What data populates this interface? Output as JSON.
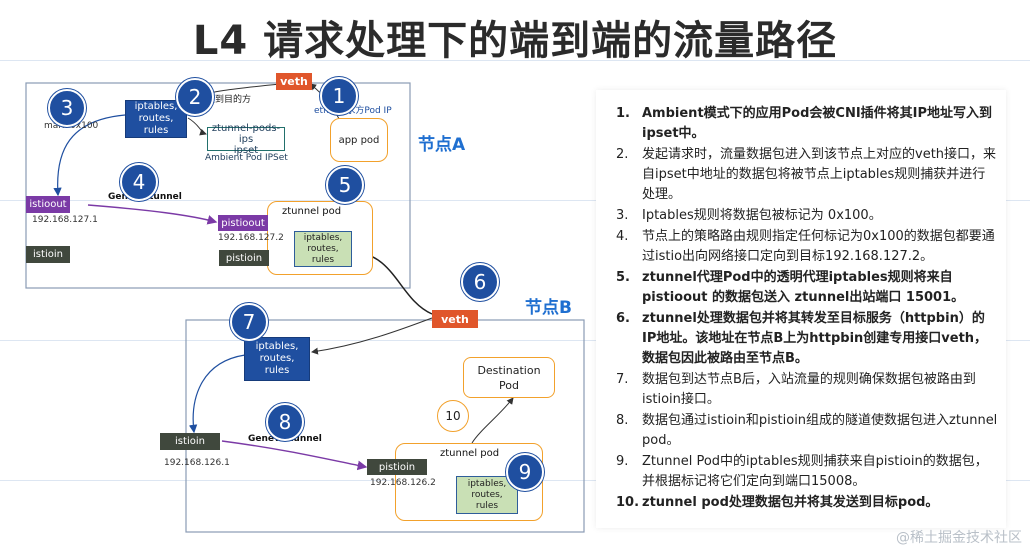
{
  "title": "L4 请求处理下的端到端的流量路径",
  "node_a": {
    "name": "节点A",
    "app_pod": "app pod",
    "veth": "veth",
    "eth0_note": "eth0 请求方Pod IP",
    "iptables": [
      "iptables,",
      "routes,",
      "rules"
    ],
    "send_note": "发到目的方",
    "ipset_box": [
      "ztunnel-pods-ips",
      "ipset"
    ],
    "ipset_caption": "Ambient Pod IPSet",
    "mark": "mark 0x100",
    "istioout": "istioout",
    "istioout_ip": "192.168.127.1",
    "geneve": "Geneve tunnel",
    "pistioout": "pistioout",
    "pistioout_ip": "192.168.127.2",
    "pistioin": "pistioin",
    "istioin": "istioin",
    "ztunnel_pod": "ztunnel pod",
    "ztunnel_iptables": [
      "iptables,",
      "routes,",
      "rules"
    ]
  },
  "node_b": {
    "name": "节点B",
    "veth": "veth",
    "iptables": [
      "iptables,",
      "routes,",
      "rules"
    ],
    "destination": [
      "Destination",
      "Pod"
    ],
    "istioin": "istioin",
    "istioin_ip": "192.168.126.1",
    "geneve": "Geneve tunnel",
    "pistioin": "pistioin",
    "pistioin_ip": "192.168.126.2",
    "ztunnel_pod": "ztunnel pod",
    "ztunnel_iptables": [
      "iptables,",
      "routes,",
      "rules"
    ]
  },
  "circles": [
    "1",
    "2",
    "3",
    "4",
    "5",
    "6",
    "7",
    "8",
    "9"
  ],
  "step10": "10",
  "steps": [
    {
      "num": "1.",
      "text": "Ambient模式下的应用Pod会被CNI插件将其IP地址写入到ipset中。",
      "bold": true
    },
    {
      "num": "2.",
      "text": "发起请求时，流量数据包进入到该节点上对应的veth接口，来自ipset中地址的数据包将被节点上iptables规则捕获并进行处理。",
      "bold": false
    },
    {
      "num": "3.",
      "text": "Iptables规则将数据包被标记为 0x100。",
      "bold": false
    },
    {
      "num": "4.",
      "text": "节点上的策略路由规则指定任何标记为0x100的数据包都要通过istio出向网络接口定向到目标192.168.127.2。",
      "bold": false
    },
    {
      "num": "5.",
      "text": "ztunnel代理Pod中的透明代理iptables规则将来自pistioout 的数据包送入 ztunnel出站端口 15001。",
      "bold": true
    },
    {
      "num": "6.",
      "text": "ztunnel处理数据包并将其转发至目标服务（httpbin）的IP地址。该地址在节点B上为httpbin创建专用接口veth，数据包因此被路由至节点B。",
      "bold": true
    },
    {
      "num": "7.",
      "text": "数据包到达节点B后，入站流量的规则确保数据包被路由到istioin接口。",
      "bold": false
    },
    {
      "num": "8.",
      "text": "数据包通过istioin和pistioin组成的隧道使数据包进入ztunnel pod。",
      "bold": false
    },
    {
      "num": "9.",
      "text": "Ztunnel Pod中的iptables规则捕获来自pistioin的数据包，并根据标记将它们定向到端口15008。",
      "bold": false
    },
    {
      "num": "10.",
      "text": "ztunnel pod处理数据包并将其发送到目标pod。",
      "bold": true
    }
  ],
  "watermark": "@稀土掘金技术社区",
  "colors": {
    "accent_blue": "#1f4fa0",
    "title_blue": "#1f6fd0",
    "veth_orange": "#e0562b",
    "pod_border": "#f2a12c",
    "interface_purple": "#7b3aa6",
    "interface_dark": "#40483d"
  }
}
